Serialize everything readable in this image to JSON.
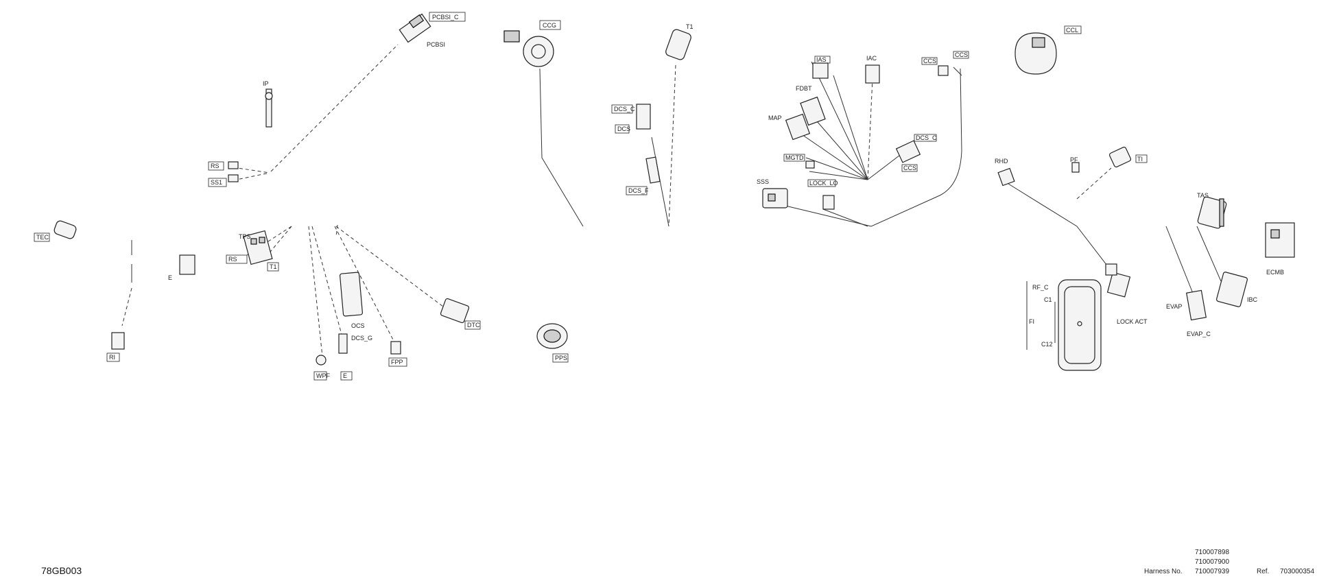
{
  "drawing_code": "78GB003",
  "labels": {
    "pcbsi_c": "PCBSI_C",
    "pcbsi": "PCBSI",
    "ccg": "CCG",
    "t1": "T1",
    "rs": "RS",
    "rs1": "RS",
    "ss1": "SS1",
    "tec": "TEC",
    "e": "E",
    "tps": "TPS",
    "ip": "IP",
    "ri": "RI",
    "dcs_c": "DCS_C",
    "dcs": "DCS",
    "ocs": "OCS",
    "dcs_f": "DCS_F",
    "dcs_g": "DCS_G",
    "fpp": "FPP",
    "dtc": "DTC",
    "pps": "PPS",
    "wpf": "WPF",
    "map": "MAP",
    "fdbt": "FDBT",
    "ias": "IAS",
    "iac": "IAC",
    "dcs_c2": "DCS_C",
    "ccs": "CCS",
    "mgtd": "MGTD",
    "ss3": "SSS",
    "lock_lo": "LOCK_LO",
    "ccl2": "CCL",
    "pf2": "PF",
    "rhd": "RHD",
    "ti": "TI",
    "tas": "TAS",
    "ecmb": "ECMB",
    "fi": "FI",
    "rf_c": "RF_C",
    "c1": "C1",
    "c12": "C12",
    "lock_act": "LOCK ACT",
    "evap": "EVAP",
    "evap_c": "EVAP_C",
    "ibc": "IBC"
  },
  "footer": {
    "harness_label": "Harness No.",
    "harness_numbers": [
      "710007898",
      "710007900",
      "710007939"
    ],
    "ref_label": "Ref.",
    "ref_number": "703000354"
  }
}
